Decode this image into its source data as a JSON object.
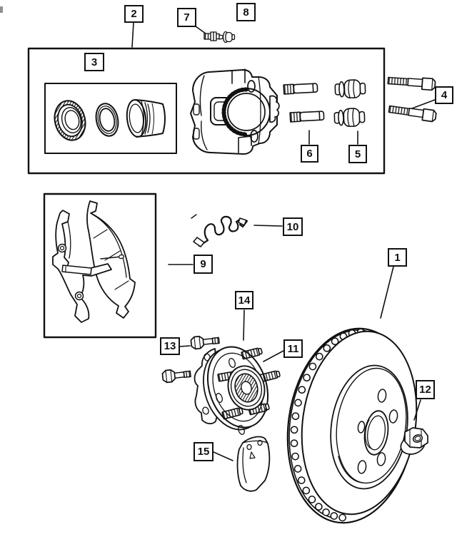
{
  "callouts": {
    "c1": "1",
    "c2": "2",
    "c3": "3",
    "c4": "4",
    "c5": "5",
    "c6": "6",
    "c7": "7",
    "c8": "8",
    "c9": "9",
    "c10": "10",
    "c11": "11",
    "c12": "12",
    "c13": "13",
    "c14": "14",
    "c15": "15"
  },
  "colors": {
    "background": "#ffffff",
    "line": "#111111"
  }
}
